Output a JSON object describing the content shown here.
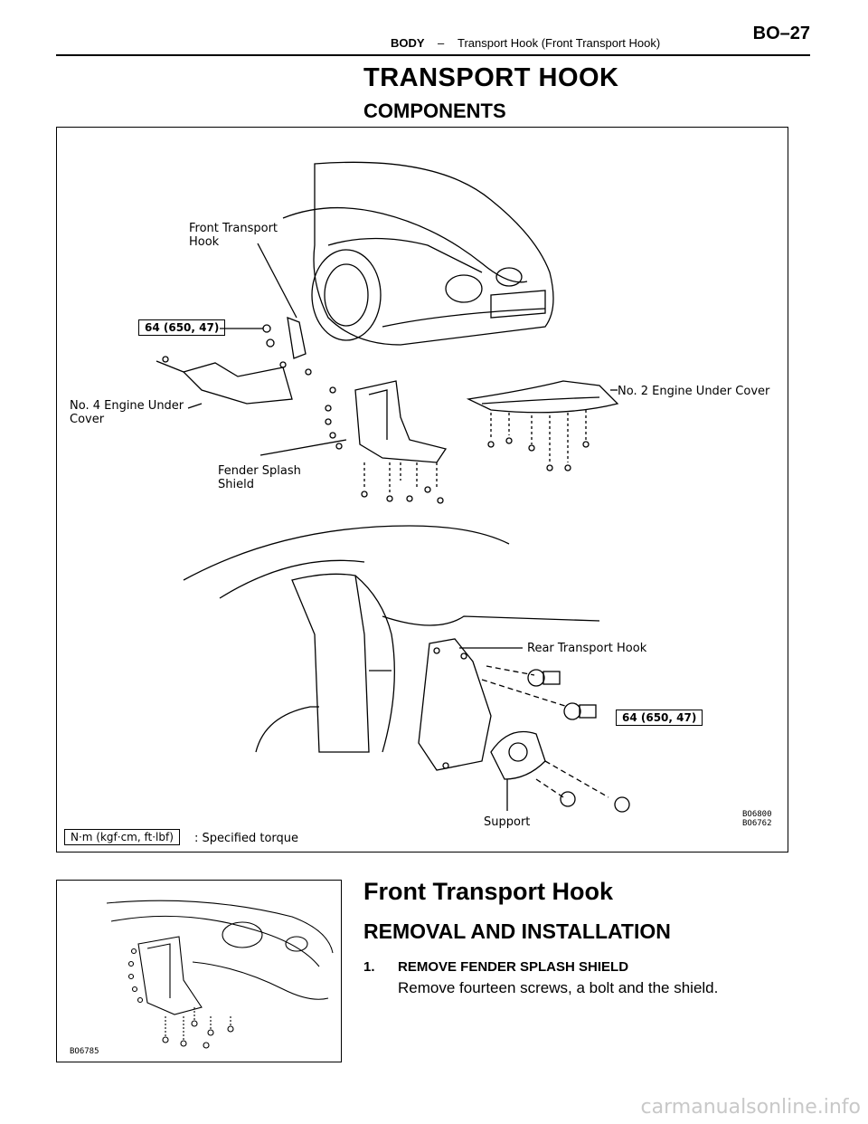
{
  "header": {
    "section": "BODY",
    "separator": "–",
    "subsection": "Transport Hook (Front Transport Hook)",
    "page_number": "BO–27"
  },
  "titles": {
    "main": "TRANSPORT HOOK",
    "sub": "COMPONENTS"
  },
  "figure1": {
    "labels": {
      "front_hook": "Front Transport\nHook",
      "torque_top": "64 (650, 47)",
      "no4_cover": "No. 4 Engine Under\nCover",
      "no2_cover": "No. 2 Engine Under Cover",
      "fender_shield": "Fender Splash\nShield",
      "rear_hook": "Rear Transport Hook",
      "torque_bottom": "64 (650, 47)",
      "support": "Support",
      "unit_box": "N·m (kgf·cm, ft·lbf)",
      "unit_text": ": Specified torque",
      "codes": "BO6800\nBO6762"
    }
  },
  "section": {
    "title": "Front Transport Hook",
    "subtitle": "REMOVAL AND INSTALLATION"
  },
  "steps": [
    {
      "number": "1.",
      "title": "REMOVE FENDER SPLASH SHIELD",
      "text": "Remove fourteen screws, a bolt and the shield."
    }
  ],
  "figure2": {
    "code": "BO6785"
  },
  "watermark": "carmanualsonline.info"
}
